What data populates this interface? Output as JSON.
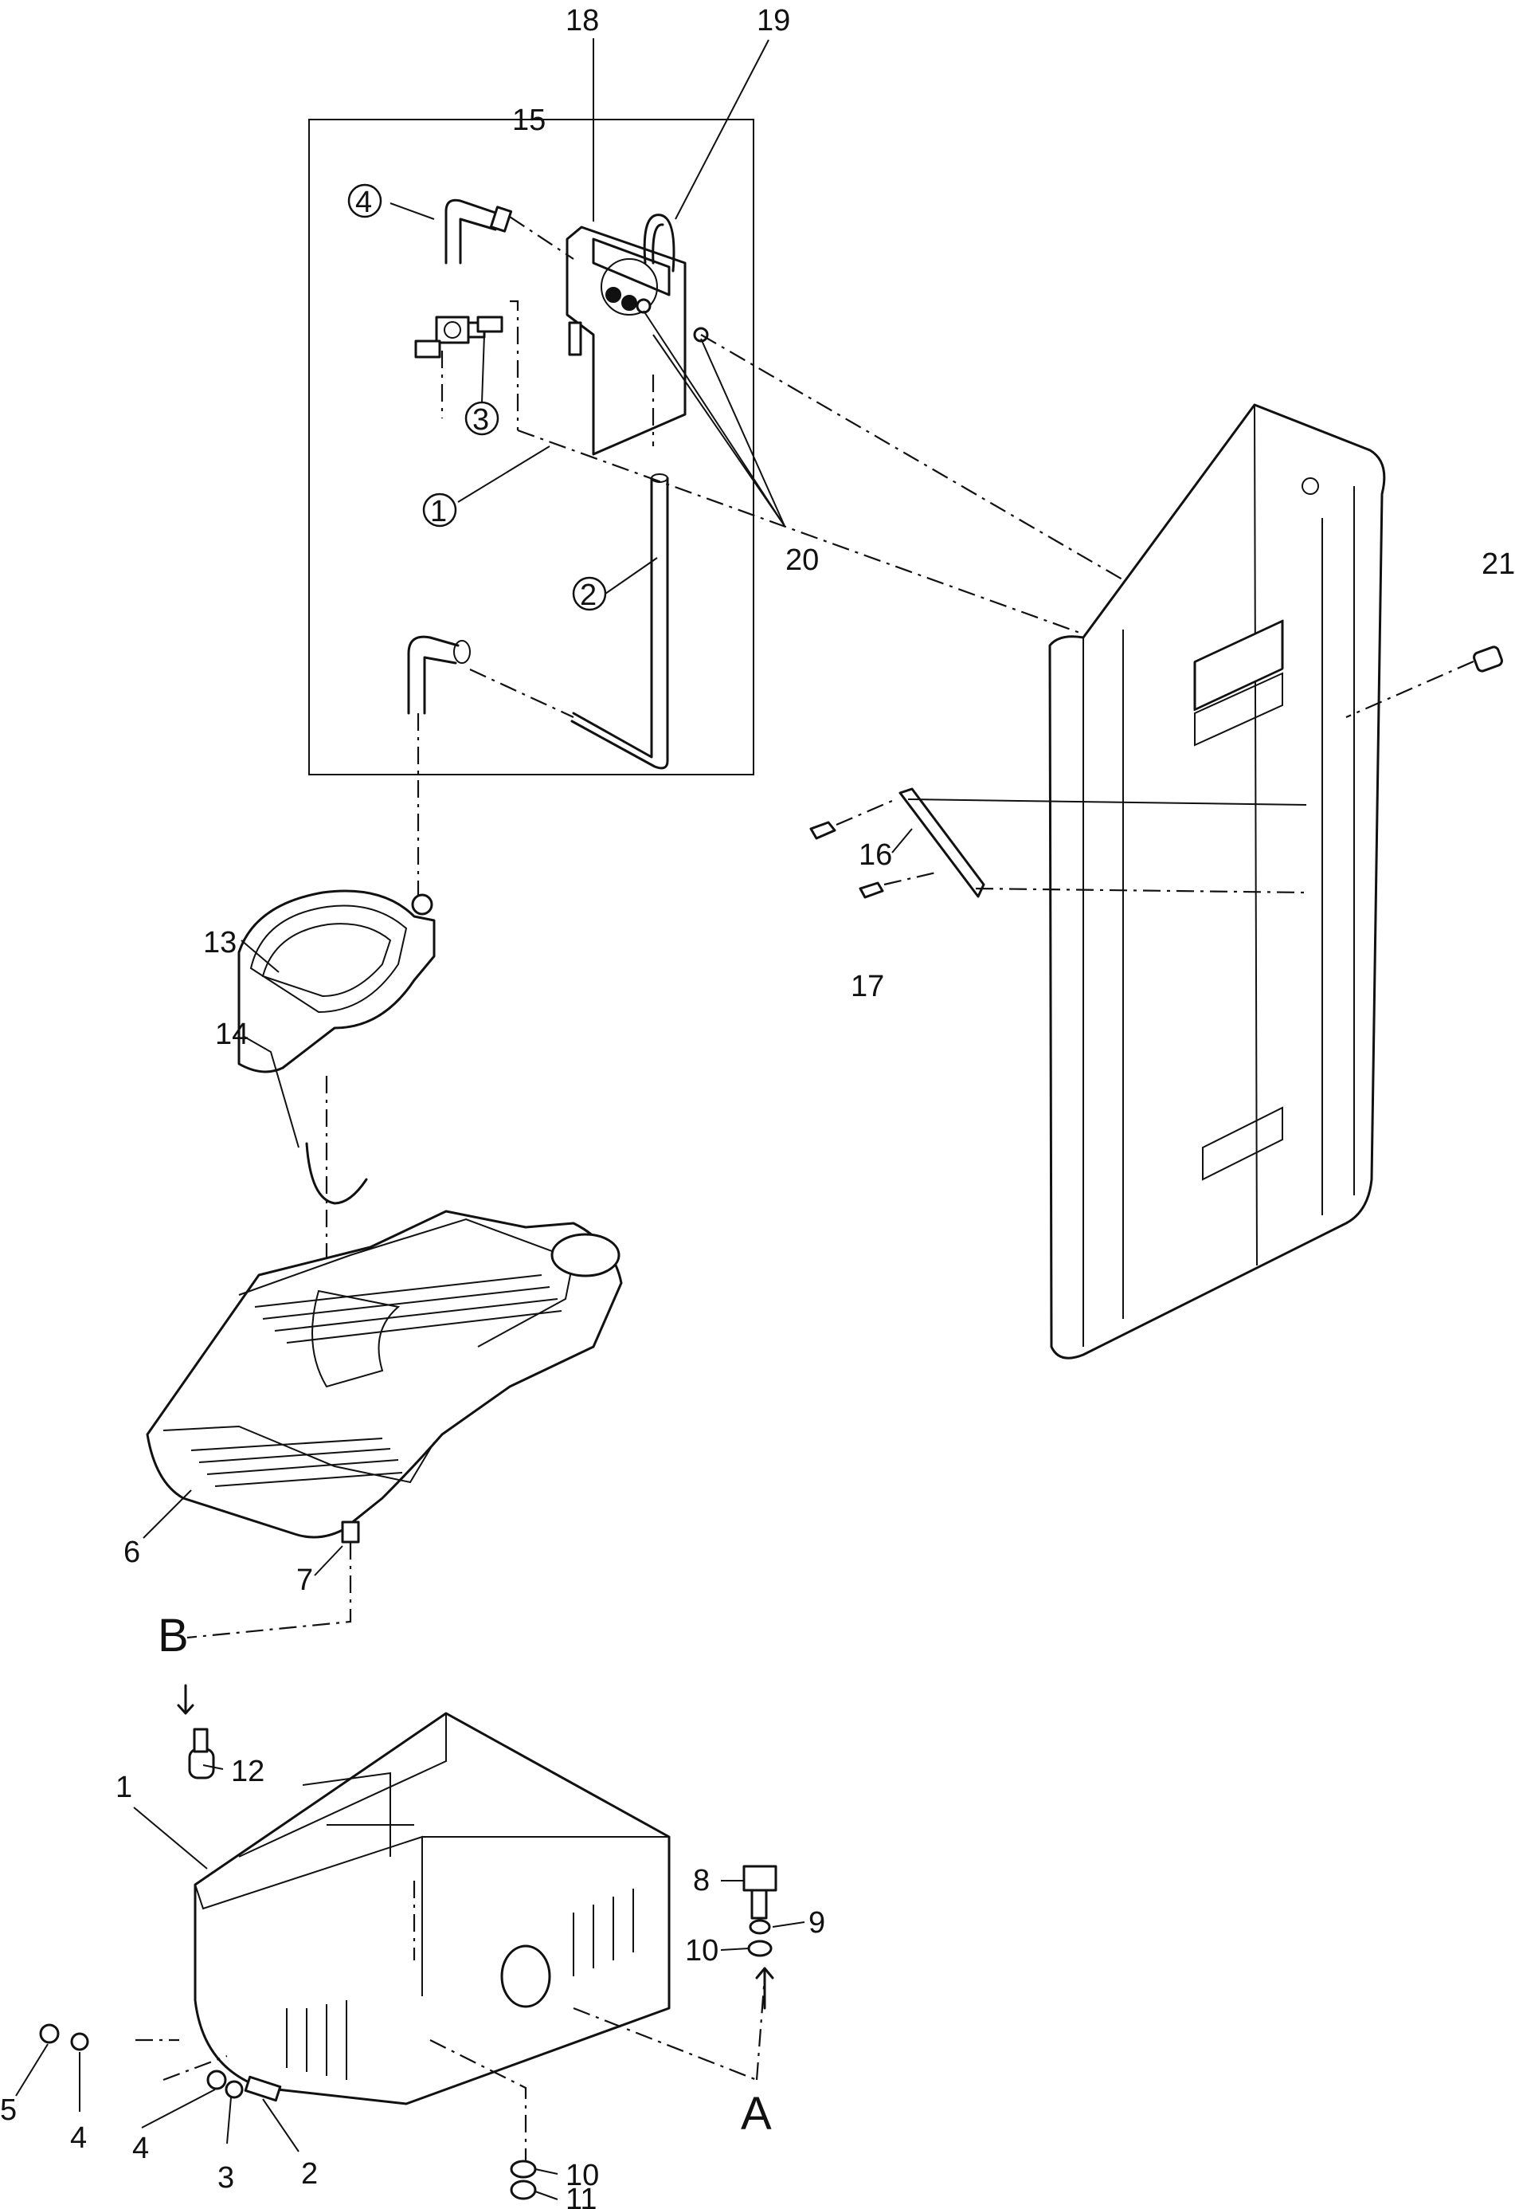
{
  "callouts": {
    "c18": "18",
    "c19": "19",
    "c15": "15",
    "c4c": "4",
    "c3c": "3",
    "c1c": "1",
    "c2c": "2",
    "c20": "20",
    "c21": "21",
    "c16": "16",
    "c17": "17",
    "c13": "13",
    "c14": "14",
    "c6": "6",
    "c7": "7",
    "cB": "B",
    "c12": "12",
    "c1": "1",
    "c8": "8",
    "c9": "9",
    "c10a": "10",
    "c5": "5",
    "c4a": "4",
    "c4b": "4",
    "c3": "3",
    "c2": "2",
    "cA": "A",
    "c10b": "10",
    "c11": "11"
  }
}
